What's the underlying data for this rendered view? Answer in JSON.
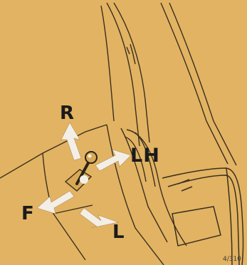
{
  "labels": {
    "right": "R",
    "left_hand": "LH",
    "forward": "F",
    "left": "L"
  },
  "figure_ref": "4/310",
  "colors": {
    "background": "#e2b362",
    "line": "#3a3020",
    "arrow_fill": "#f3efe6",
    "text": "#1a1a1a"
  }
}
